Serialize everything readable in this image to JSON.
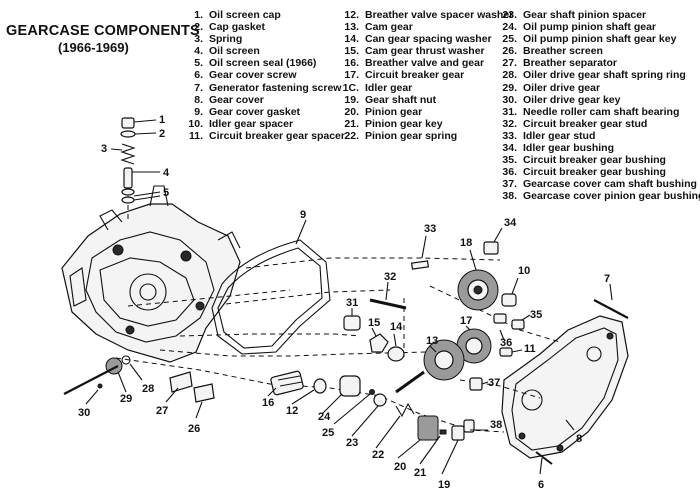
{
  "title": "GEARCASE COMPONENTS",
  "subtitle": "(1966-1969)",
  "legend": [
    {
      "num": "1.",
      "text": "Oil screen cap"
    },
    {
      "num": "2.",
      "text": "Cap gasket"
    },
    {
      "num": "3.",
      "text": "Spring"
    },
    {
      "num": "4.",
      "text": "Oil screen"
    },
    {
      "num": "5.",
      "text": "Oil screen seal (1966)"
    },
    {
      "num": "6.",
      "text": "Gear cover screw"
    },
    {
      "num": "7.",
      "text": "Generator fastening screw"
    },
    {
      "num": "8.",
      "text": "Gear cover"
    },
    {
      "num": "9.",
      "text": "Gear cover gasket"
    },
    {
      "num": "10.",
      "text": "Idler gear spacer"
    },
    {
      "num": "11.",
      "text": "Circuit breaker gear spacer"
    },
    {
      "num": "12.",
      "text": "Breather valve spacer washer"
    },
    {
      "num": "13.",
      "text": "Cam gear"
    },
    {
      "num": "14.",
      "text": "Can gear spacing washer"
    },
    {
      "num": "15.",
      "text": "Cam gear thrust washer"
    },
    {
      "num": "16.",
      "text": "Breather valve and gear"
    },
    {
      "num": "17.",
      "text": "Circuit breaker gear"
    },
    {
      "num": "1C.",
      "text": "Idler gear"
    },
    {
      "num": "19.",
      "text": "Gear shaft nut"
    },
    {
      "num": "20.",
      "text": "Pinion gear"
    },
    {
      "num": "21.",
      "text": "Pinion gear key"
    },
    {
      "num": "22.",
      "text": "Pinion gear spring"
    },
    {
      "num": "23.",
      "text": "Gear shaft pinion spacer"
    },
    {
      "num": "24.",
      "text": "Oil pump pinion shaft gear"
    },
    {
      "num": "25.",
      "text": "Oil pump pinion shaft gear key"
    },
    {
      "num": "26.",
      "text": "Breather screen"
    },
    {
      "num": "27.",
      "text": "Breather separator"
    },
    {
      "num": "28.",
      "text": "Oiler drive gear shaft spring ring"
    },
    {
      "num": "29.",
      "text": "Oiler drive gear"
    },
    {
      "num": "30.",
      "text": "Oiler drive gear key"
    },
    {
      "num": "31.",
      "text": "Needle roller cam shaft bearing"
    },
    {
      "num": "32.",
      "text": "Circuit breaker gear stud"
    },
    {
      "num": "33.",
      "text": "Idler gear stud"
    },
    {
      "num": "34.",
      "text": "Idler gear bushing"
    },
    {
      "num": "35.",
      "text": "Circuit breaker gear bushing"
    },
    {
      "num": "36.",
      "text": "Circuit breaker gear bushing"
    },
    {
      "num": "37.",
      "text": "Gearcase cover cam shaft bushing"
    },
    {
      "num": "38.",
      "text": "Gearcase cover pinion gear bushing"
    }
  ],
  "callouts": [
    "1",
    "2",
    "3",
    "4",
    "5",
    "9",
    "33",
    "34",
    "18",
    "10",
    "7",
    "32",
    "35",
    "31",
    "15",
    "14",
    "17",
    "36",
    "11",
    "13",
    "37",
    "29",
    "28",
    "16",
    "12",
    "24",
    "25",
    "23",
    "22",
    "20",
    "21",
    "19",
    "38",
    "8",
    "6",
    "30",
    "27",
    "26"
  ]
}
